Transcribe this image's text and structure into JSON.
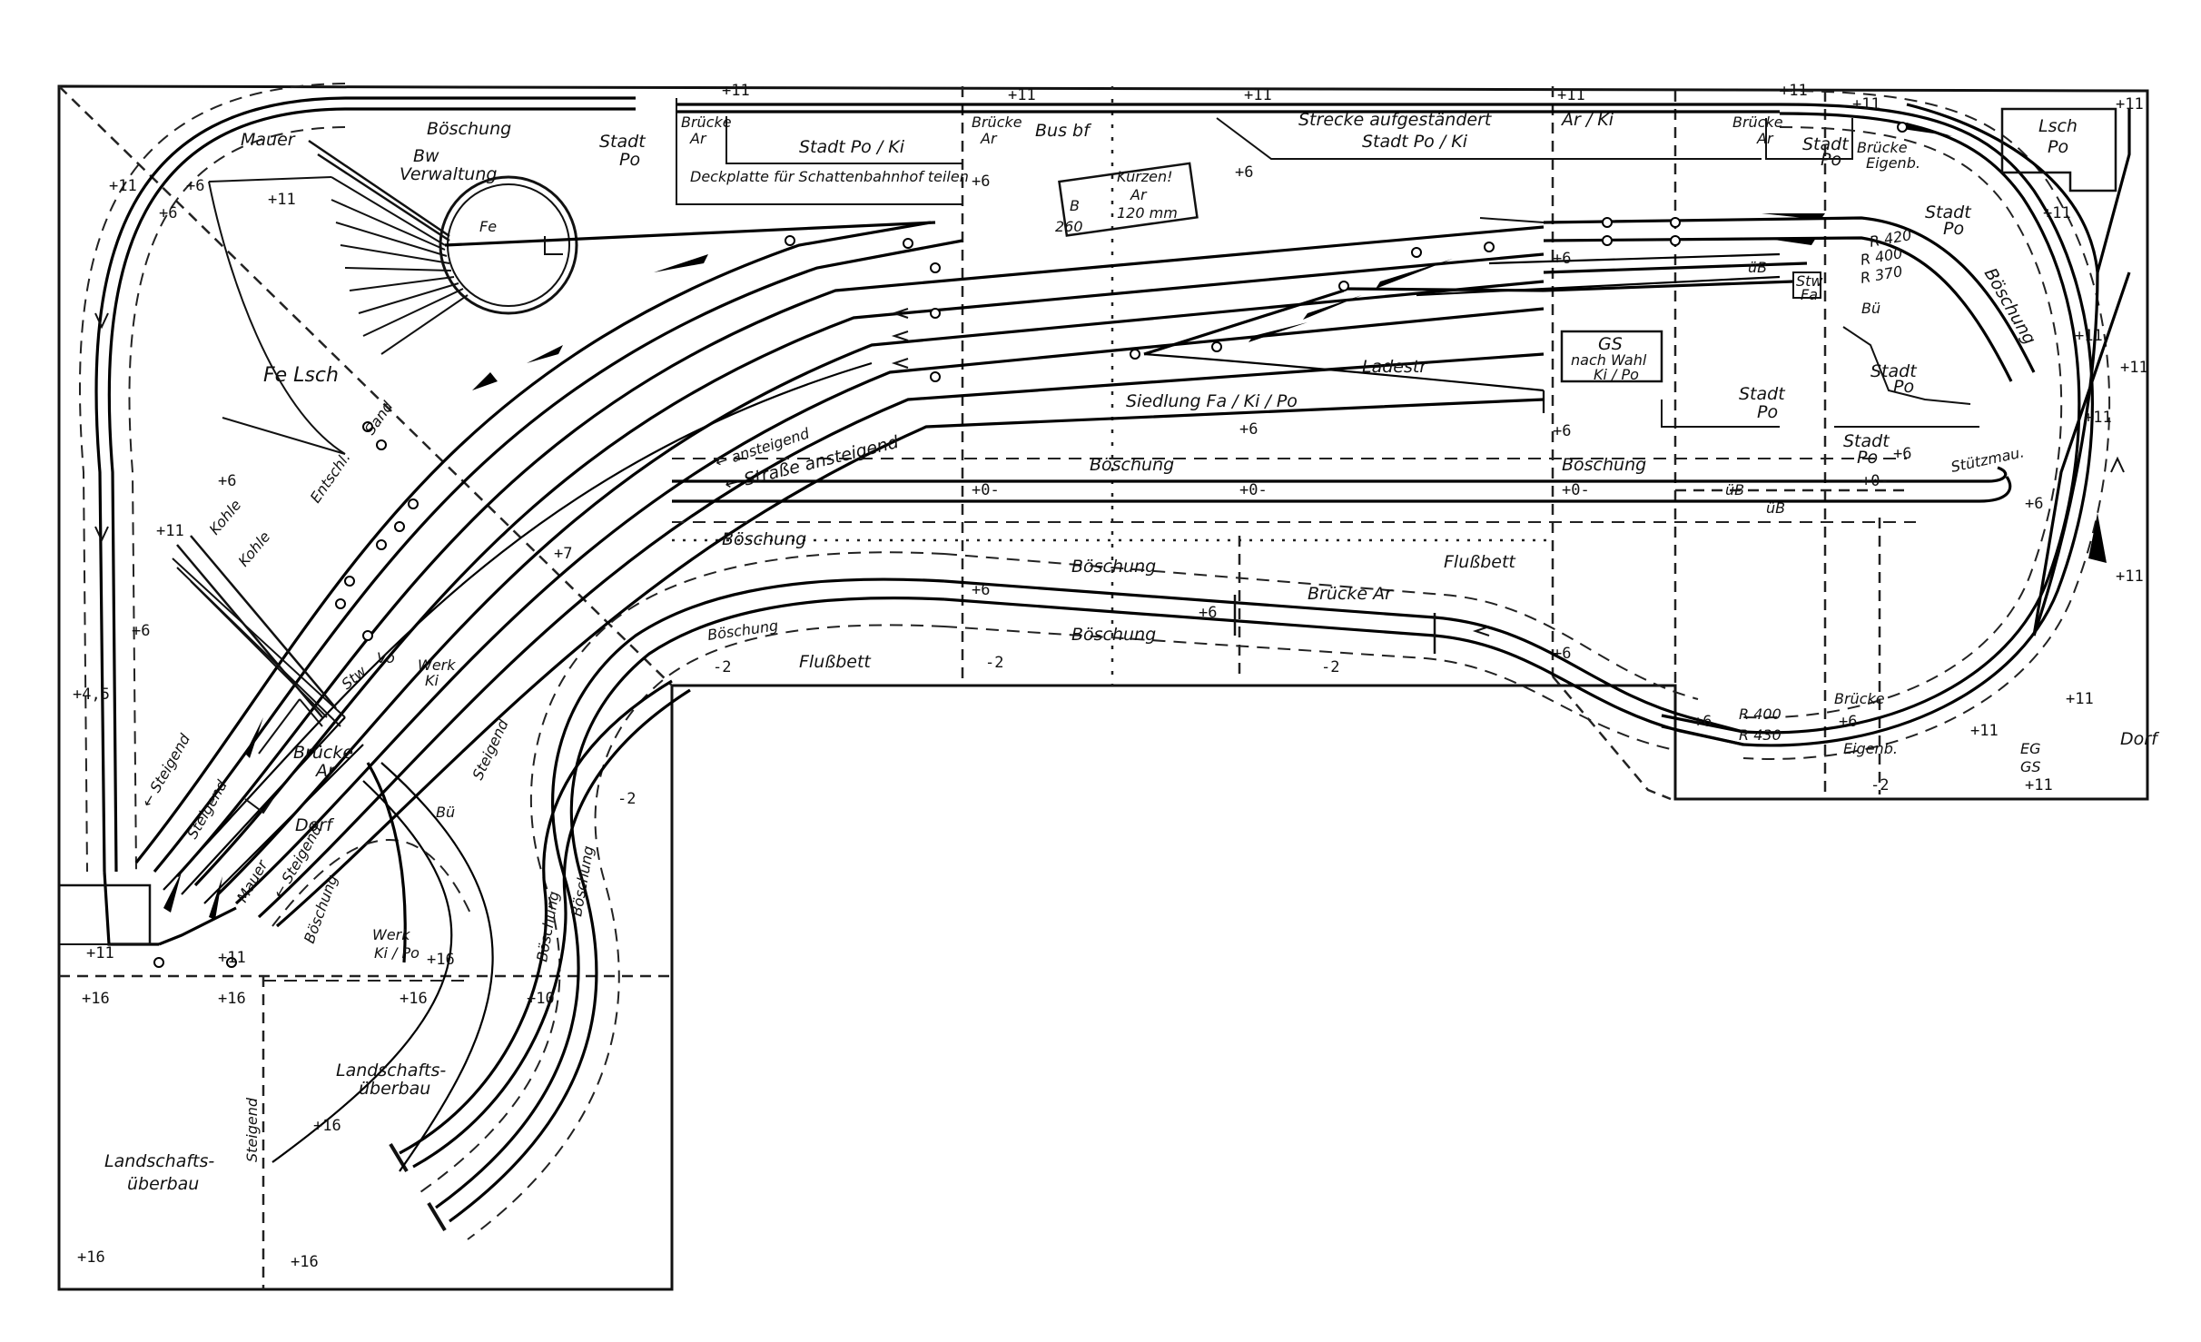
{
  "labels": {
    "mauer_top": "Mauer",
    "boeschung_top": "Böschung",
    "bw_verwaltung_1": "Bw",
    "bw_verwaltung_2": "Verwaltung",
    "stadt_po_top": "Stadt",
    "stadt_po_top_2": "Po",
    "bruecke_ar_1": "Brücke",
    "bruecke_ar_1b": "Ar",
    "stadt_po_ki_1": "Stadt Po / Ki",
    "deckplatte": "Deckplatte für Schattenbahnhof teilen",
    "bruecke_ar_2": "Brücke",
    "bruecke_ar_2b": "Ar",
    "busbf": "Bus bf",
    "kuerzen_1": "Kürzen!",
    "kuerzen_2": "Ar",
    "kuerzen_3": "120 mm",
    "kuerzen_prefix": "B",
    "kuerzen_num": "260",
    "strecke": "Strecke aufgeständert",
    "stadt_po_ki_2": "Stadt Po / Ki",
    "ar_ki": "Ar / Ki",
    "bruecke_ar_3": "Brücke",
    "bruecke_ar_3b": "Ar",
    "stadt_po_tr": "Stadt",
    "stadt_po_tr_2": "Po",
    "bruecke_eigen_1": "Brücke",
    "bruecke_eigen_2": "Eigenb.",
    "lsch_po_1": "Lsch",
    "lsch_po_2": "Po",
    "stadt_po_r1": "Stadt",
    "stadt_po_r1b": "Po",
    "fe": "Fe",
    "fe_lsch": "Fe Lsch",
    "kohle_1": "Kohle",
    "entschl": "Entschl.",
    "sand": "Sand",
    "kohle_2": "Kohle",
    "ladestr": "Ladestr",
    "siedlung": "Siedlung  Fa / Ki / Po",
    "gs_1": "GS",
    "gs_2": "nach Wahl",
    "gs_3": "Ki / Po",
    "stadt_po_c1": "Stadt",
    "stadt_po_c1b": "Po",
    "stadt_po_c2": "Stadt",
    "stadt_po_c2b": "Po",
    "stadt_po_c3": "Stadt",
    "stadt_po_c3b": "Po",
    "stw_fa_1": "Stw",
    "stw_fa_2": "Fa",
    "ub_1": "üB",
    "bu_1": "Bü",
    "r420": "R 420",
    "r400": "R 400",
    "r370": "R 370",
    "boeschung_r1": "Böschung",
    "ansteigend_1": "← ansteigend",
    "strasse_ansteigend": "← Straße ansteigend",
    "boeschung_mid1": "Böschung",
    "boeschung_mid2": "Böschung",
    "stuetzmauer": "Stützmau.",
    "ub_2": "üB",
    "ub_3": "üB",
    "boeschung_l2": "Böschung",
    "boeschung_c4": "Böschung",
    "boeschung_c5": "Böschung",
    "flussbett_1": "Flußbett",
    "flussbett_2": "Flußbett",
    "bruecke_ar_4": "Brücke Ar",
    "boeschung_c6": "Böschung",
    "bruecke_r": "Brücke",
    "r400b": "R 400",
    "r430": "R 430",
    "eigenb_r": "Eigenb.",
    "stw_vo_1": "Stw",
    "stw_vo_2": "Vo",
    "werk_ki_1": "Werk",
    "werk_ki_2": "Ki",
    "steigend_1": "← Steigend",
    "steigend_2": "← Steigend",
    "steigend_3": "Steigend",
    "steigend_4": "Steigend",
    "bruecke_ar_5": "Brücke",
    "bruecke_ar_5b": "Ar",
    "dorf_1": "Dorf",
    "dorf_2": "Dorf",
    "mauer_2": "Mauer",
    "bu_2": "Bü",
    "werk_kipo_1": "Werk",
    "werk_kipo_2": "Ki / Po",
    "landschaft_1a": "Landschafts-",
    "landschaft_1b": "überbau",
    "landschaft_2a": "Landschafts-",
    "landschaft_2b": "überbau",
    "boeschung_v1": "Böschung",
    "boeschung_v2": "Böschung",
    "boeschung_v3": "Böschung",
    "steigend_v": "Steigend",
    "eg_gs_1": "EG",
    "eg_gs_2": "GS"
  },
  "elevations": {
    "e_p11_a": "+11",
    "e_p11_b": "+11",
    "e_p11_c": "+11",
    "e_p11_d": "+11",
    "e_p11_e": "+11",
    "e_p11_f": "+11",
    "e_p11_g": "+11",
    "e_p11_h": "+11",
    "e_p11_i": "+11",
    "e_p11_j": "+11",
    "e_p11_k": "+11",
    "e_p11_l": "+11",
    "e_p11_m": "+11",
    "e_p11_n": "+11",
    "e_p11_o": "+11",
    "e_p11_p": "+11",
    "e_p11_q": "+11",
    "e_p11_r": "+11",
    "e_p11_s": "+11",
    "e_p6_a": "+6",
    "e_p6_b": "+6",
    "e_p6_c": "+6",
    "e_p6_d": "+6",
    "e_p6_e": "+6",
    "e_p6_f": "+6",
    "e_p6_g": "+6",
    "e_p6_h": "+6",
    "e_p6_i": "+6",
    "e_p6_j": "+6",
    "e_p6_k": "+6",
    "e_p6_l": "+6",
    "e_p6_m": "+6",
    "e_p6_n": "+6",
    "e_p6_o": "+6",
    "e_p6_p": "+6",
    "e_0_a": "+0-",
    "e_0_b": "+0-",
    "e_0_c": "+0-",
    "e_0_d": "+0-",
    "e_m2_a": "-2",
    "e_m2_b": "-2",
    "e_m2_c": "-2",
    "e_m2_d": "-2",
    "e_m2_e": "-2",
    "e_p16_a": "+16",
    "e_p16_b": "+16",
    "e_p16_c": "+16",
    "e_p16_d": "+16",
    "e_p16_e": "+16",
    "e_p16_f": "+16",
    "e_p16_g": "+16",
    "e_p10": "+10",
    "e_p7": "+7",
    "e_p45": "+4,5",
    "e_p13": "+11"
  }
}
